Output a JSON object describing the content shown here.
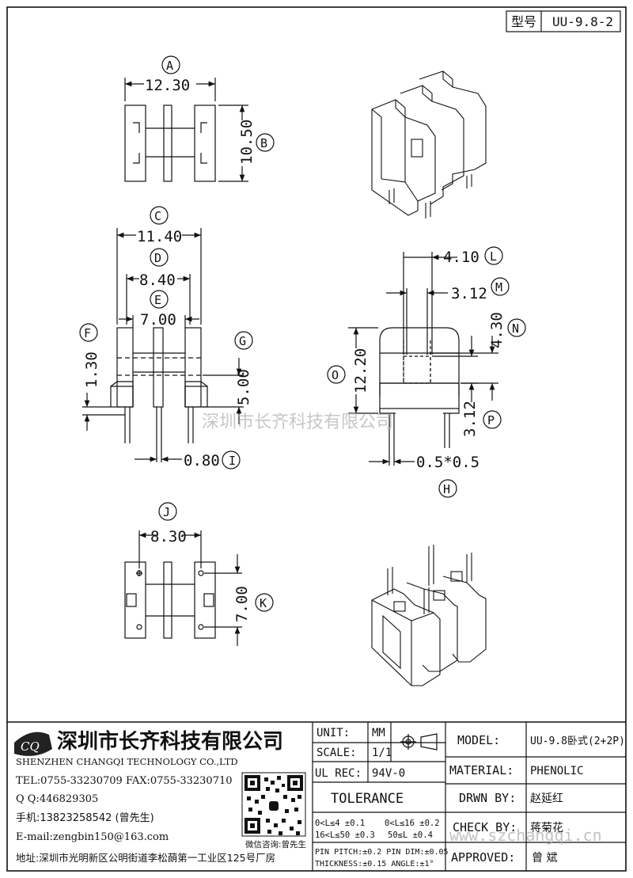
{
  "header": {
    "type_label": "型号",
    "type_value": "UU-9.8-2"
  },
  "views": {
    "top": {
      "circle_a": "A",
      "dim_a": "12.30",
      "circle_b": "B",
      "dim_b": "10.50"
    },
    "front": {
      "circle_c": "C",
      "dim_c": "11.40",
      "circle_d": "D",
      "dim_d": "8.40",
      "circle_e": "E",
      "dim_e": "7.00",
      "circle_f": "F",
      "dim_f": "1.30",
      "circle_g": "G",
      "dim_g": "5.00",
      "circle_i": "I",
      "dim_i": "0.80"
    },
    "side": {
      "circle_l": "L",
      "dim_l": "4.10",
      "circle_m": "M",
      "dim_m": "3.12",
      "circle_n": "N",
      "dim_n": "4.30",
      "circle_o": "O",
      "dim_o": "12.20",
      "circle_p": "P",
      "dim_p": "3.12",
      "circle_h": "H",
      "dim_h": "0.5*0.5"
    },
    "bottom": {
      "circle_j": "J",
      "dim_j": "8.30",
      "circle_k": "K",
      "dim_k": "7.00"
    }
  },
  "watermarks": {
    "company_cn": "深圳市长齐科技有限公司",
    "website": "www.szchangqi.cn"
  },
  "company": {
    "name_cn": "深圳市长齐科技有限公司",
    "name_en": "SHENZHEN CHANGQI TECHNOLOGY CO.,LTD",
    "tel_fax": "TEL:0755-33230709  FAX:0755-33230710",
    "qq": "Q Q:446829305",
    "mobile": "手机:13823258542 (曾先生)",
    "email": "E-mail:zengbin150@163.com",
    "address": "地址:深圳市光明新区公明街道李松蓢第一工业区125号厂房",
    "qr_caption": "微信咨询:曾先生"
  },
  "title_block": {
    "unit_label": "UNIT:",
    "unit_value": "MM",
    "scale_label": "SCALE:",
    "scale_value": "1/1",
    "ulrec_label": "UL REC:",
    "ulrec_value": "94V-0",
    "tolerance_label": "TOLERANCE",
    "tol_1": "0<L≤4   ±0.1",
    "tol_2": "0<L≤16  ±0.2",
    "tol_3": "16<L≤50  ±0.3",
    "tol_4": "50≤L  ±0.4",
    "pin_pitch": "PIN PITCH:±0.2 PIN  DIM:±0.05",
    "thickness": "THICKNESS:±0.15    ANGLE:±1°",
    "model_label": "MODEL:",
    "model_value": "UU-9.8卧式(2+2P)",
    "material_label": "MATERIAL:",
    "material_value": "PHENOLIC",
    "drwn_label": "DRWN BY:",
    "drwn_value": "赵延红",
    "check_label": "CHECK BY:",
    "check_value": "蒋菊花",
    "approved_label": "APPROVED:",
    "approved_value": "曾 斌"
  }
}
